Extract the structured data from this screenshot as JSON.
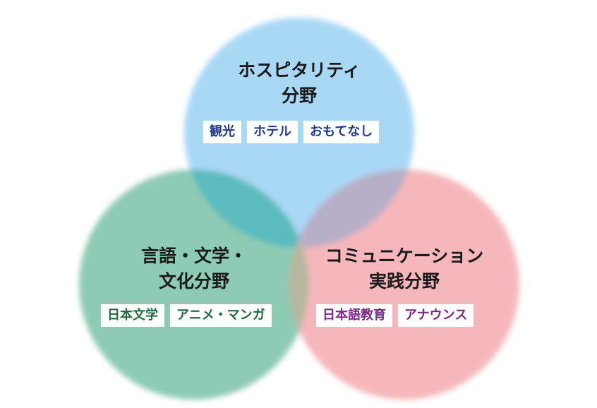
{
  "circles": [
    {
      "id": "hospitality",
      "title_lines": [
        "ホスピタリティ",
        "分野"
      ],
      "tags": [
        "観光",
        "ホテル",
        "おもてなし"
      ],
      "fill": "#a9d8f5",
      "tag_color": "#1f3a8c"
    },
    {
      "id": "language",
      "title_lines": [
        "言語・文学・",
        "文化分野"
      ],
      "tags": [
        "日本文学",
        "アニメ・マンガ"
      ],
      "fill": "#8ecbb4",
      "tag_color": "#1e6b3a"
    },
    {
      "id": "communication",
      "title_lines": [
        "コミュニケーション",
        "実践分野"
      ],
      "tags": [
        "日本語教育",
        "アナウンス"
      ],
      "fill": "#f5b7bb",
      "tag_color": "#7a2a80"
    }
  ],
  "colors": {
    "overlap_blue_green": "#5bbbbe",
    "overlap_blue_pink": "#b7aec8",
    "overlap_green_pink": "#b9b79f",
    "background": "#ffffff"
  }
}
